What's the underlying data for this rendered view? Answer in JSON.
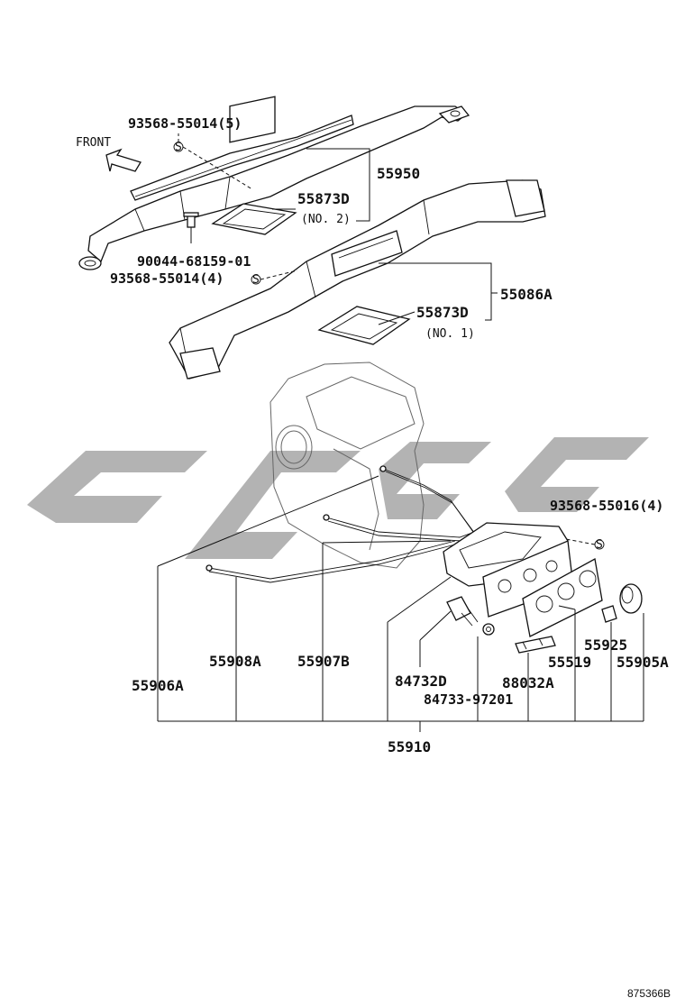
{
  "diagram": {
    "direction": "FRONT",
    "fasteners": {
      "screw_top": "93568-55014(5)",
      "screw_mid": "93568-55014(4)",
      "screw_right": "93568-55016(4)",
      "clip": "90044-68159-01"
    },
    "parts": {
      "duct_upper": "55950",
      "filter_upper": "55873D",
      "filter_upper_note": "(NO. 2)",
      "duct_lower": "55086A",
      "filter_lower": "55873D",
      "filter_lower_note": "(NO. 1)",
      "cable_a": "55906A",
      "cable_b": "55908A",
      "cable_c": "55907B",
      "socket": "84732D",
      "bulb": "84733-97201",
      "wire": "88032A",
      "panel": "55519",
      "knob_small": "55925",
      "knob_large": "55905A",
      "control_assy": "55910"
    },
    "illustration_code": "875366B",
    "colors": {
      "ink": "#111111",
      "watermark": "#b3b3b3"
    }
  }
}
